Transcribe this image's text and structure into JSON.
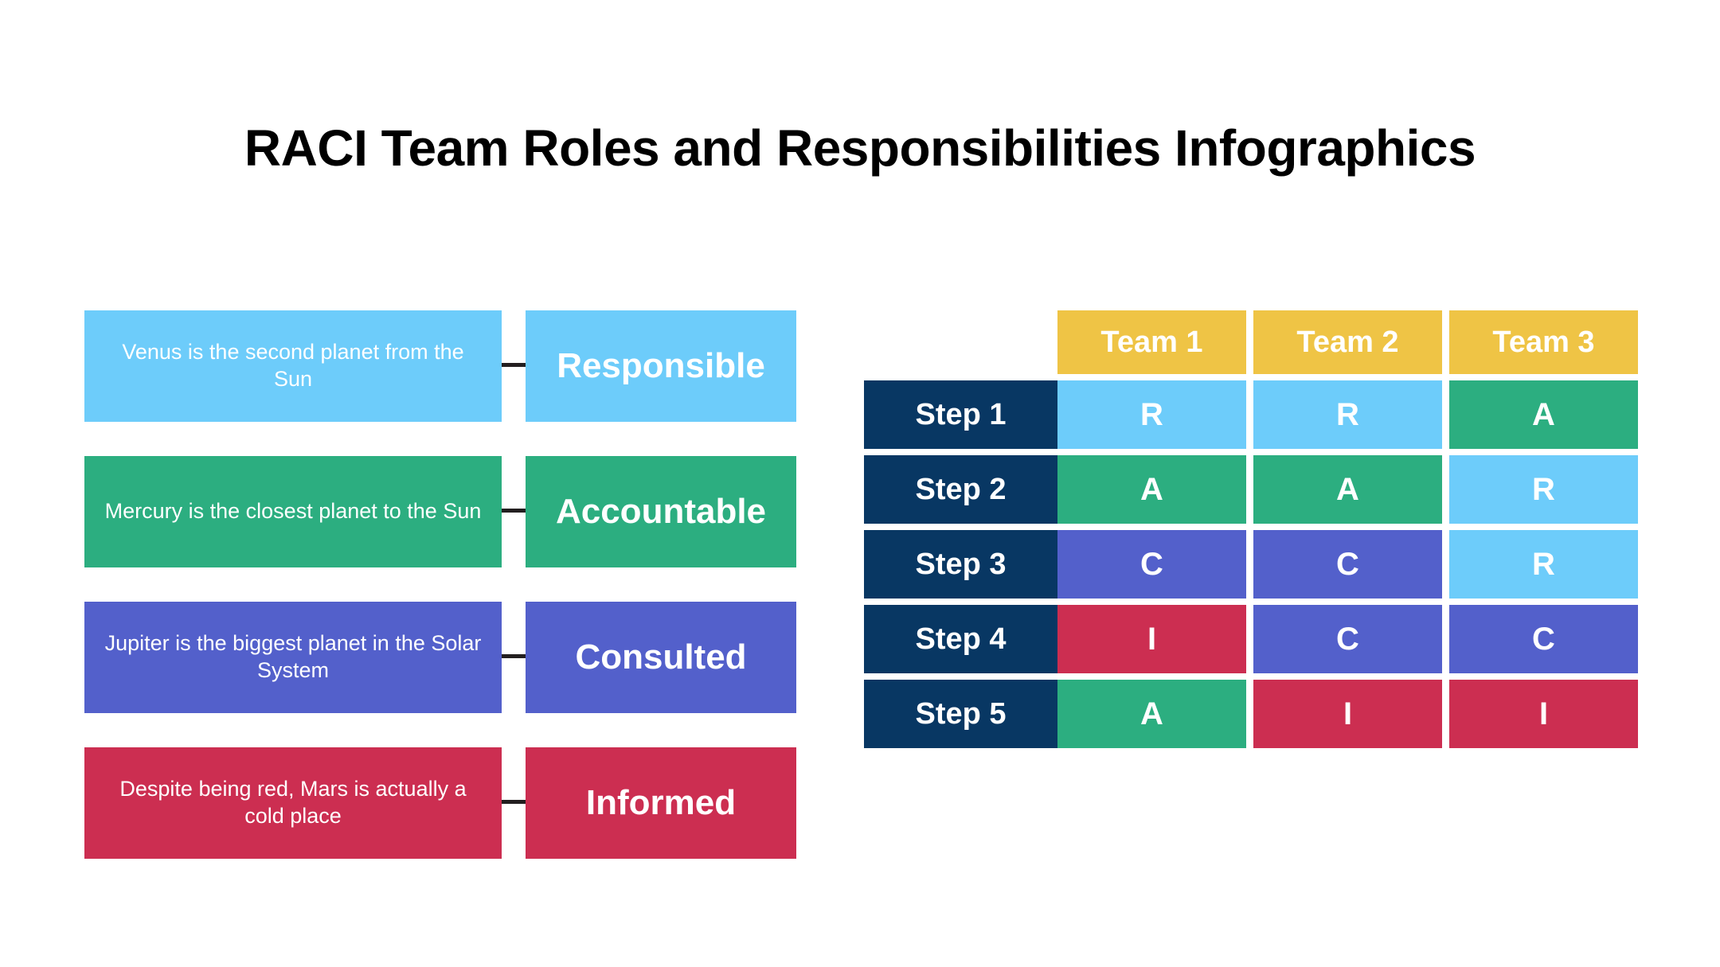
{
  "page": {
    "title": "RACI Team Roles and Responsibilities Infographics",
    "background": "#FFFFFF"
  },
  "palette": {
    "responsible_blue": "#6DCCFA",
    "accountable_green": "#2CAE80",
    "consulted_purple": "#5360CB",
    "informed_red": "#CC2E51",
    "header_gold": "#EFC445",
    "step_navy": "#083763",
    "connector": "#231F20",
    "text_white": "#FFFFFF",
    "title_black": "#000000"
  },
  "legend": {
    "rows": [
      {
        "description": "Venus is the second planet from the Sun",
        "role": "Responsible",
        "color": "#6DCCFA"
      },
      {
        "description": "Mercury is the closest planet to the Sun",
        "role": "Accountable",
        "color": "#2CAE80"
      },
      {
        "description": "Jupiter is the biggest planet in the Solar System",
        "role": "Consulted",
        "color": "#5360CB"
      },
      {
        "description": "Despite being red, Mars is actually a cold place",
        "role": "Informed",
        "color": "#CC2E51"
      }
    ]
  },
  "matrix": {
    "column_headers": [
      "Team 1",
      "Team 2",
      "Team 3"
    ],
    "row_headers": [
      "Step 1",
      "Step 2",
      "Step 3",
      "Step 4",
      "Step 5"
    ],
    "cells": [
      [
        {
          "value": "R",
          "color": "#6DCCFA"
        },
        {
          "value": "R",
          "color": "#6DCCFA"
        },
        {
          "value": "A",
          "color": "#2CAE80"
        }
      ],
      [
        {
          "value": "A",
          "color": "#2CAE80"
        },
        {
          "value": "A",
          "color": "#2CAE80"
        },
        {
          "value": "R",
          "color": "#6DCCFA"
        }
      ],
      [
        {
          "value": "C",
          "color": "#5360CB"
        },
        {
          "value": "C",
          "color": "#5360CB"
        },
        {
          "value": "R",
          "color": "#6DCCFA"
        }
      ],
      [
        {
          "value": "I",
          "color": "#CC2E51"
        },
        {
          "value": "C",
          "color": "#5360CB"
        },
        {
          "value": "C",
          "color": "#5360CB"
        }
      ],
      [
        {
          "value": "A",
          "color": "#2CAE80"
        },
        {
          "value": "I",
          "color": "#CC2E51"
        },
        {
          "value": "I",
          "color": "#CC2E51"
        }
      ]
    ]
  }
}
